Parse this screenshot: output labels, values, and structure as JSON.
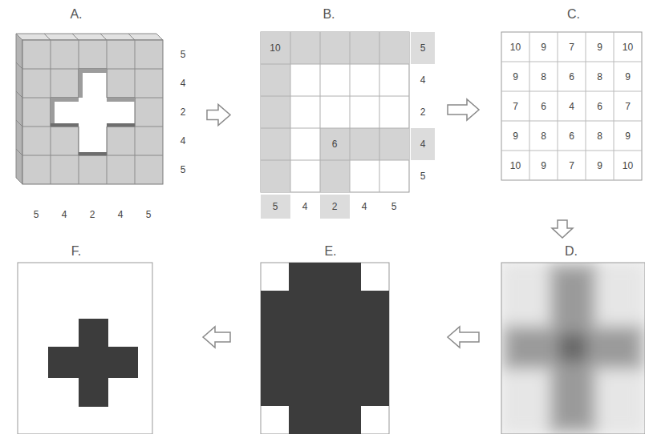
{
  "diagram": {
    "nodes": [
      {
        "text": [
          "A."
        ]
      },
      {
        "text": [
          "B."
        ]
      },
      {
        "text": [
          "C."
        ]
      },
      {
        "text": [
          "D."
        ]
      },
      {
        "text": [
          "E."
        ]
      },
      {
        "text": [
          "F."
        ]
      }
    ],
    "edges": [
      {
        "from": 0,
        "to": 1,
        "arrow": "to"
      },
      {
        "from": 1,
        "to": 2,
        "arrow": "to"
      },
      {
        "from": 2,
        "to": 3,
        "arrow": "to"
      },
      {
        "from": 3,
        "to": 4,
        "arrow": "to"
      },
      {
        "from": 4,
        "to": 5,
        "arrow": "to"
      }
    ],
    "labels": [
      "5",
      "4",
      "2",
      "4",
      "5",
      "5",
      "4",
      "2",
      "4",
      "5",
      "10",
      "6",
      "5",
      "4",
      "2",
      "4",
      "5",
      "5",
      "4",
      "2",
      "4",
      "5",
      "10",
      "9",
      "7",
      "9",
      "10",
      "9",
      "8",
      "6",
      "8",
      "9",
      "7",
      "6",
      "4",
      "6",
      "7",
      "9",
      "8",
      "6",
      "8",
      "9",
      "10",
      "9",
      "7",
      "9",
      "10"
    ]
  }
}
